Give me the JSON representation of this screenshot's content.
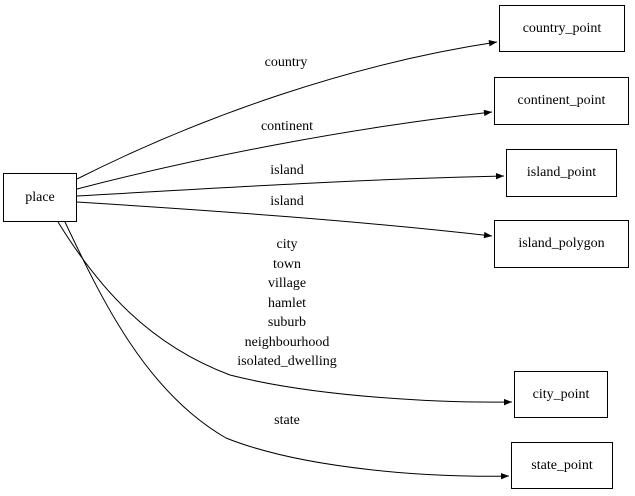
{
  "diagram": {
    "colors": {
      "background": "#ffffff",
      "stroke": "#000000",
      "text": "#000000"
    },
    "nodes": [
      {
        "id": "place",
        "label": "place"
      },
      {
        "id": "country_point",
        "label": "country_point"
      },
      {
        "id": "continent_point",
        "label": "continent_point"
      },
      {
        "id": "island_point",
        "label": "island_point"
      },
      {
        "id": "island_polygon",
        "label": "island_polygon"
      },
      {
        "id": "city_point",
        "label": "city_point"
      },
      {
        "id": "state_point",
        "label": "state_point"
      }
    ],
    "edges": [
      {
        "from": "place",
        "to": "country_point",
        "label": "country"
      },
      {
        "from": "place",
        "to": "continent_point",
        "label": "continent"
      },
      {
        "from": "place",
        "to": "island_point",
        "label": "island"
      },
      {
        "from": "place",
        "to": "island_polygon",
        "label": "island"
      },
      {
        "from": "place",
        "to": "city_point",
        "label_lines": [
          "city",
          "town",
          "village",
          "hamlet",
          "suburb",
          "neighbourhood",
          "isolated_dwelling"
        ]
      },
      {
        "from": "place",
        "to": "state_point",
        "label": "state"
      }
    ]
  }
}
